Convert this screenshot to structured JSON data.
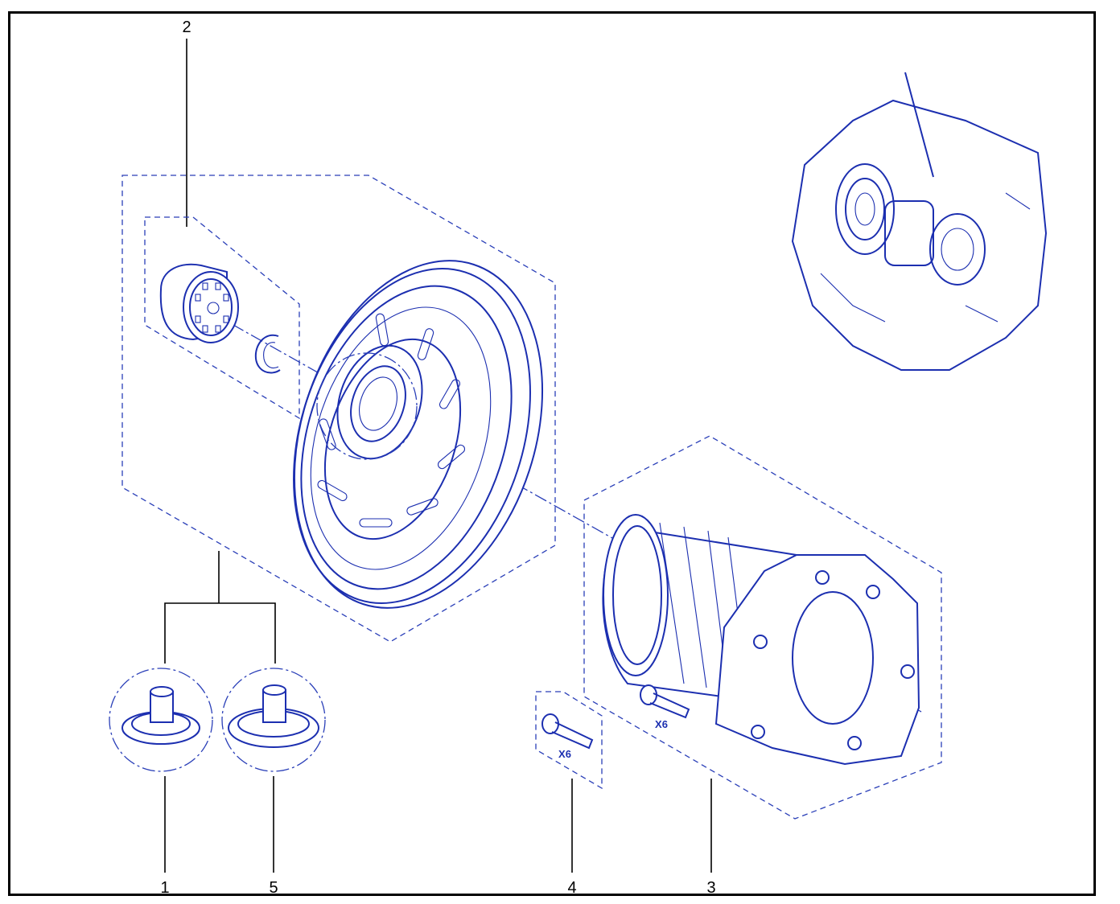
{
  "diagram": {
    "callouts": [
      {
        "id": "c1",
        "label": "1"
      },
      {
        "id": "c2",
        "label": "2"
      },
      {
        "id": "c3",
        "label": "3"
      },
      {
        "id": "c4",
        "label": "4"
      },
      {
        "id": "c5",
        "label": "5"
      }
    ],
    "quantity_labels": {
      "bolt_set_4": "X6",
      "bolt_set_3": "X6"
    },
    "colors": {
      "ink": "#1c2fb0",
      "frame": "#000000",
      "background": "#ffffff"
    }
  }
}
